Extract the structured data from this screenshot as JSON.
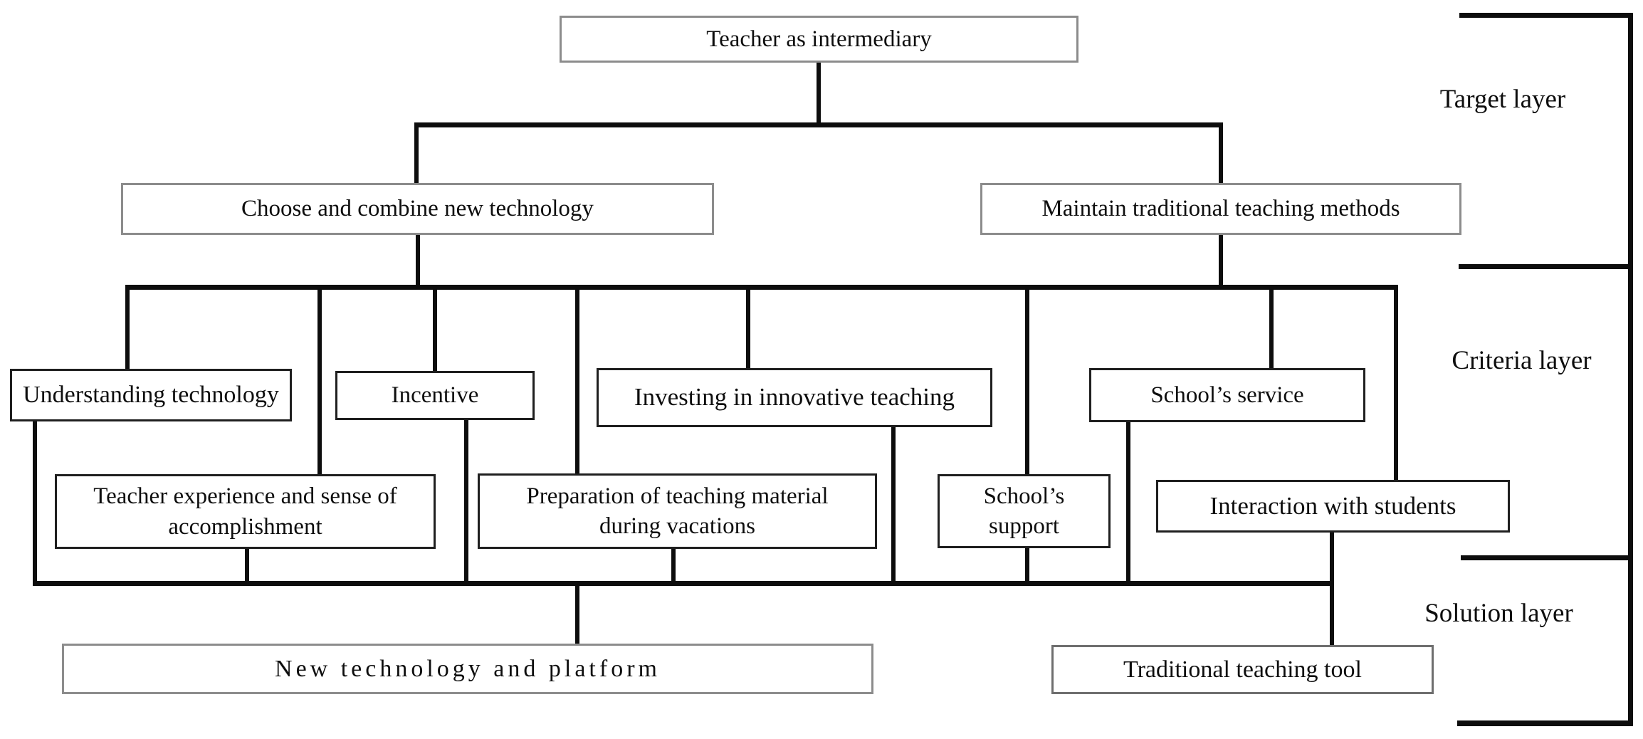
{
  "nodes": {
    "teacher": "Teacher as intermediary",
    "choose": "Choose and combine new technology",
    "maintain": "Maintain traditional teaching methods",
    "understanding": "Understanding technology",
    "incentive": "Incentive",
    "investing": "Investing in innovative teaching",
    "schools_service": "School’s service",
    "teacher_experience": "Teacher experience and sense of\naccomplishment",
    "preparation": "Preparation of teaching material\nduring vacations",
    "schools_support": "School’s\nsupport",
    "interaction": "Interaction with students",
    "new_technology": "New technology and platform",
    "traditional": "Traditional teaching tool"
  },
  "layers": {
    "target": "Target layer",
    "criteria": "Criteria layer",
    "solution": "Solution layer"
  },
  "hierarchy": {
    "target": [
      "teacher"
    ],
    "decision_branches": [
      "choose",
      "maintain"
    ],
    "criteria": [
      "understanding",
      "teacher_experience",
      "incentive",
      "preparation",
      "investing",
      "schools_support",
      "schools_service",
      "interaction"
    ],
    "solution": [
      "new_technology",
      "traditional"
    ]
  },
  "colors": {
    "background": "#ffffff",
    "line": "#0d0d0d",
    "box_border_dark": "#1f1f1f",
    "box_border_light": "#8c8c8c",
    "text": "#0e0e0e"
  }
}
